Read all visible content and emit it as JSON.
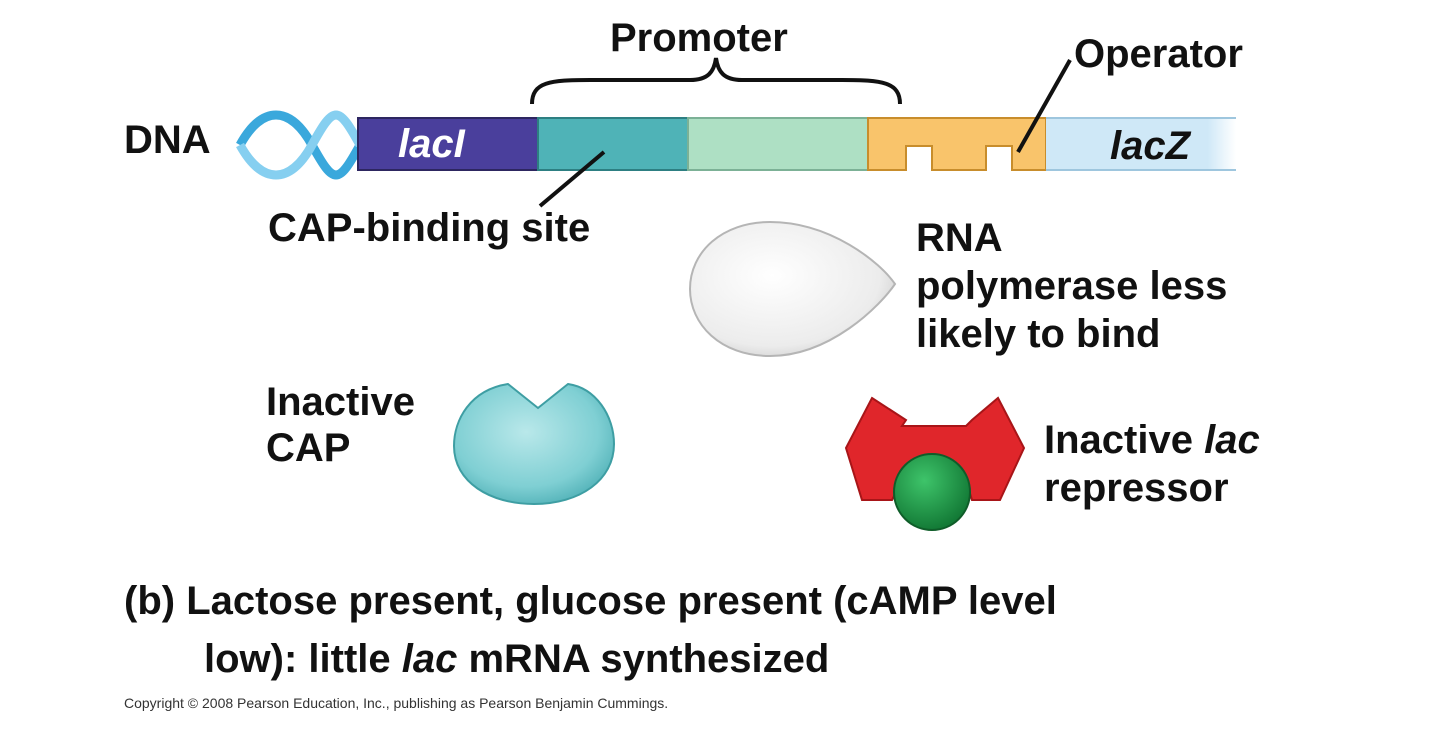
{
  "labels": {
    "promoter": "Promoter",
    "operator": "Operator",
    "dna": "DNA",
    "laci": "lacI",
    "lacz": "lacZ",
    "cap_binding_site": "CAP-binding site",
    "rna_pol_line1": "RNA",
    "rna_pol_line2": "polymerase less",
    "rna_pol_line3": "likely to bind",
    "inactive_cap_line1": "Inactive",
    "inactive_cap_line2": "CAP",
    "repressor_line1_a": "Inactive ",
    "repressor_line1_b": "lac",
    "repressor_line2": "repressor"
  },
  "caption": {
    "line1": "(b) Lactose present, glucose present (cAMP level",
    "line2_a": "low): little ",
    "line2_b": "lac",
    "line2_c": " mRNA synthesized"
  },
  "copyright": "Copyright © 2008 Pearson Education, Inc., publishing as Pearson Benjamin Cummings.",
  "colors": {
    "laci": "#4a3f9c",
    "cap_site": "#4fb3b7",
    "promoter_rest": "#aee0c4",
    "operator": "#f9c46b",
    "lacz": "#cfe8f7",
    "helix": "#3aa8dc",
    "cap_protein": "#8fd3d6",
    "repressor": "#e0262b",
    "inducer": "#1e9a48",
    "rna_polymerase": "#eeeeee"
  }
}
